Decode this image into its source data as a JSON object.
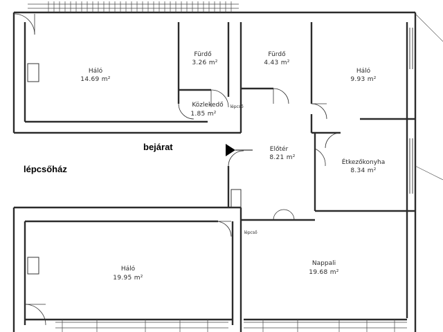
{
  "labels": {
    "staircase": "lépcsőház",
    "entrance": "bejárat",
    "stair_small_top": "lépcső",
    "stair_small_bottom": "lépcső"
  },
  "rooms": [
    {
      "id": "halo-tl",
      "name": "Háló",
      "area": "14.69 m²"
    },
    {
      "id": "furdo-1",
      "name": "Fürdő",
      "area": "3.26 m²"
    },
    {
      "id": "furdo-2",
      "name": "Fürdő",
      "area": "4.43 m²"
    },
    {
      "id": "halo-tr",
      "name": "Háló",
      "area": "9.93 m²"
    },
    {
      "id": "kozlekedo",
      "name": "Közlekedő",
      "area": "1.85 m²"
    },
    {
      "id": "eloter",
      "name": "Előtér",
      "area": "8.21 m²"
    },
    {
      "id": "etkezokonyha",
      "name": "Étkezőkonyha",
      "area": "8.34 m²"
    },
    {
      "id": "halo-bl",
      "name": "Háló",
      "area": "19.95 m²"
    },
    {
      "id": "nappali",
      "name": "Nappali",
      "area": "19.68 m²"
    }
  ],
  "colors": {
    "wall": "#2b2b2b",
    "thin": "#555555",
    "text": "#2a2a2a"
  }
}
